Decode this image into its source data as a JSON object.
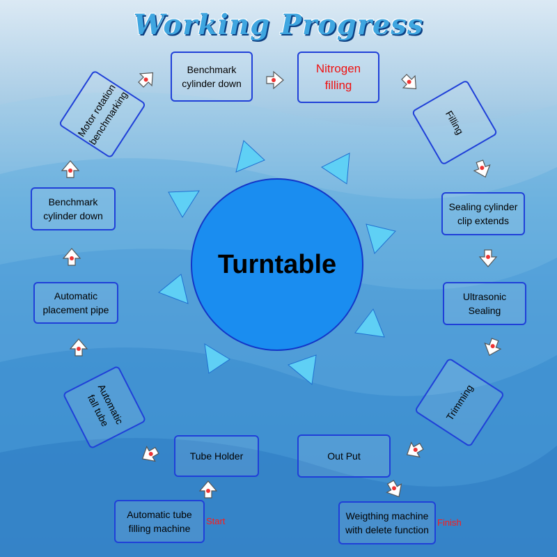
{
  "title": "Working Progress",
  "center_label": "Turntable",
  "steps": [
    {
      "label": "Automatic tube filling machine",
      "tag": "Start"
    },
    {
      "label": "Tube Holder"
    },
    {
      "label": "Automatic fall tube"
    },
    {
      "label": "Automatic placement pipe"
    },
    {
      "label": "Benchmark cylinder down"
    },
    {
      "label": "Motor rotation benchmarking"
    },
    {
      "label": "Benchmark cylinder down"
    },
    {
      "label": "Nitrogen filling"
    },
    {
      "label": "Filling"
    },
    {
      "label": "Sealing cylinder clip extends"
    },
    {
      "label": "Ultrasonic Sealing"
    },
    {
      "label": "Trimming"
    },
    {
      "label": "Out Put"
    },
    {
      "label": "Weigthing machine with delete function",
      "tag": "Finish"
    }
  ],
  "colors": {
    "box_border": "#1f3fd8",
    "circle_fill": "#1a8df0",
    "triangle_fill": "#5fd0f5",
    "highlight_text": "#ee1111",
    "tag_text": "#ff1a1a"
  }
}
